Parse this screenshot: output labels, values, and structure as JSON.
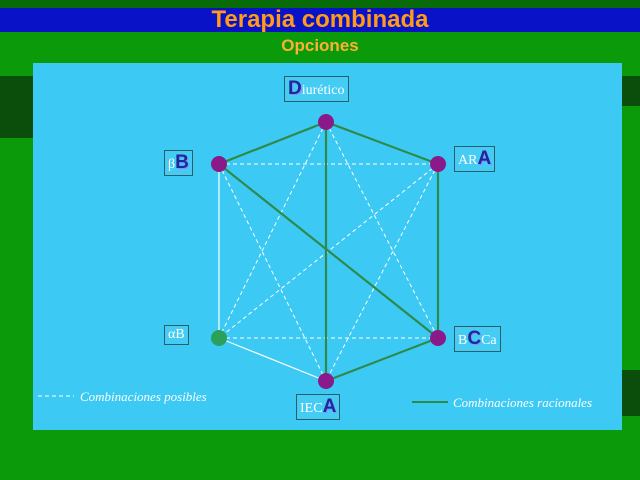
{
  "slide": {
    "title": "Terapia combinada",
    "subtitle": "Opciones"
  },
  "nodes": {
    "diuretico": {
      "initial": "D",
      "rest": "iurético"
    },
    "ara": {
      "prefix": "AR",
      "initial": "A"
    },
    "bb": {
      "prefix": "β",
      "initial": "B"
    },
    "bcca": {
      "prefix": "B",
      "initial": "C",
      "suffix": "Ca"
    },
    "ab": {
      "text": "αB"
    },
    "ieca": {
      "prefix": "IEC",
      "initial": "A"
    }
  },
  "legend": {
    "possible": "Combinaciones posibles",
    "rational": "Combinaciones racionales"
  },
  "colors": {
    "background": "#0a9a0a",
    "title_band": "#0a12c8",
    "title_text": "#ff9a1a",
    "panel": "#3ccaf4",
    "node_purple": "#8a1a8a",
    "node_green": "#2aa05a",
    "rational_line": "#2e8a4a",
    "possible_line": "#ffffff"
  }
}
